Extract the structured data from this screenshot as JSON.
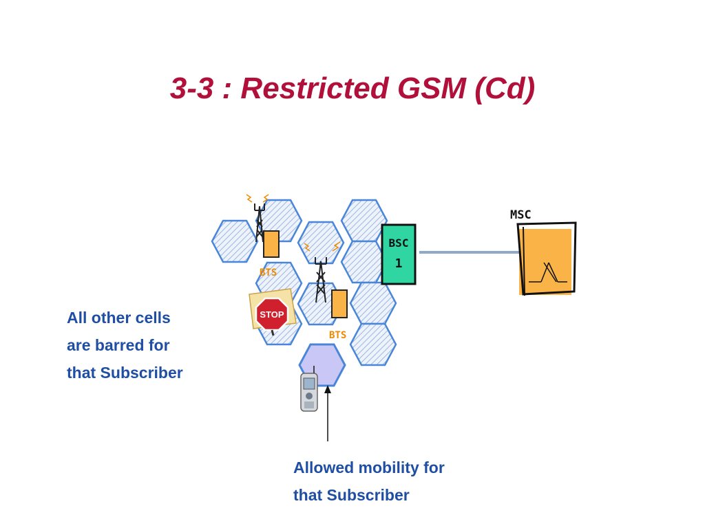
{
  "title": "3-3 : Restricted GSM (Cd)",
  "labels": {
    "msc": "MSC",
    "bsc_line1": "BSC",
    "bsc_line2": "1",
    "bts_1": "BTS",
    "bts_2": "BTS",
    "stop_sign": "STOP"
  },
  "notes": {
    "barred": [
      "All other cells",
      "are barred for",
      "that Subscriber"
    ],
    "allowed": [
      "Allowed mobility for",
      "that Subscriber"
    ]
  },
  "colors": {
    "title": "#b0103a",
    "note_text": "#1f4ea3",
    "bts_label": "#f08a00",
    "cell_outline": "#4a86d8",
    "allowed_cell": "#c9c7f5",
    "bsc_fill": "#2fd6a2",
    "msc_fill": "#f9b347"
  }
}
